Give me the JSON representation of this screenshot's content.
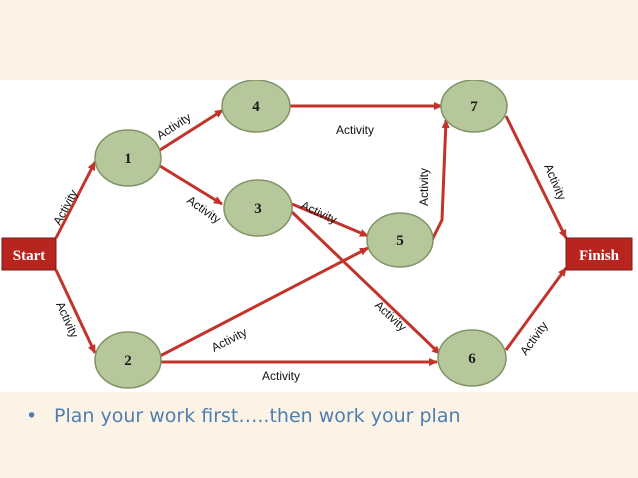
{
  "diagram": {
    "terminals": {
      "start": "Start",
      "finish": "Finish"
    },
    "nodes": {
      "n1": "1",
      "n2": "2",
      "n3": "3",
      "n4": "4",
      "n5": "5",
      "n6": "6",
      "n7": "7"
    },
    "edge_labels": {
      "start_1": "Activity",
      "start_2": "Activity",
      "1_4": "Activity",
      "1_3": "Activity",
      "4_7": "Activity",
      "3_5": "Activity",
      "3_6": "Activity",
      "2_5": "Activity",
      "2_6": "Activity",
      "5_7": "Activity",
      "7_finish": "Activity",
      "6_finish": "Activity"
    }
  },
  "caption": {
    "bullet": "•",
    "text": "Plan your work first…..then work your plan"
  },
  "colors": {
    "arrow": "#c2342b",
    "terminal": "#b8251f",
    "node": "#b6c79b",
    "caption": "#4f7fb0",
    "background": "#fbf3e6"
  }
}
